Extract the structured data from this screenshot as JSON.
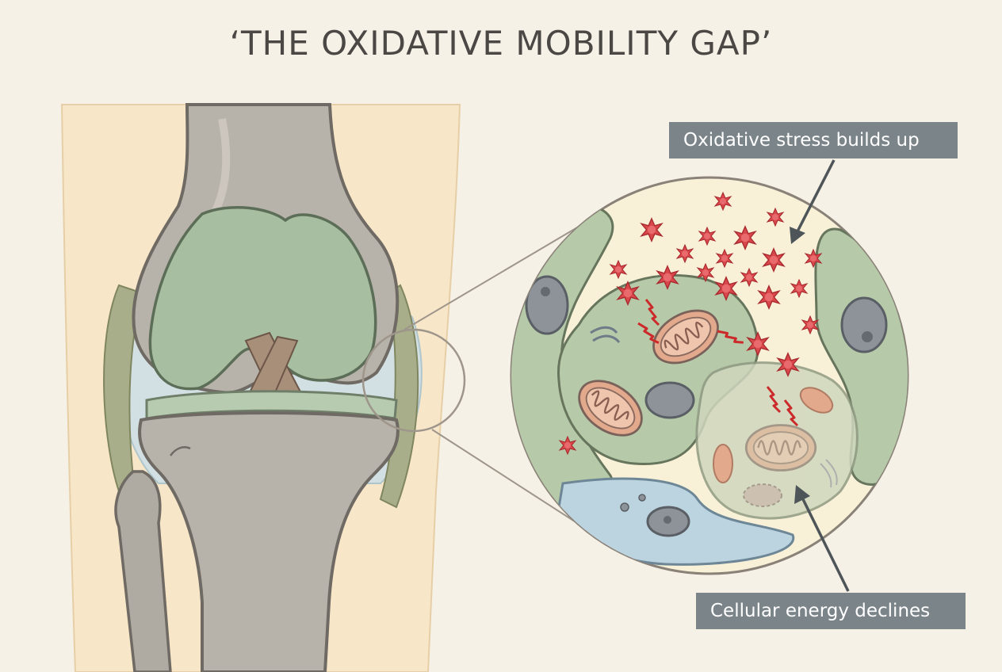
{
  "title": "‘THE OXIDATIVE MOBILITY GAP’",
  "callouts": {
    "oxidative_stress": "Oxidative stress builds up",
    "energy_decline": "Cellular energy declines"
  },
  "colors": {
    "background": "#f6f1e6",
    "bone": "#b8b3aa",
    "cartilage": "#a8bea0",
    "synovial": "#cfe0e6",
    "cell": "#b6c9a8",
    "mitochondria": "#e3a98c",
    "free_radical": "#d9474a",
    "callout": "#7b8489",
    "arrow": "#4e5559"
  },
  "icons": [
    "free-radical-icon",
    "lightning-icon",
    "mitochondrion-icon"
  ]
}
